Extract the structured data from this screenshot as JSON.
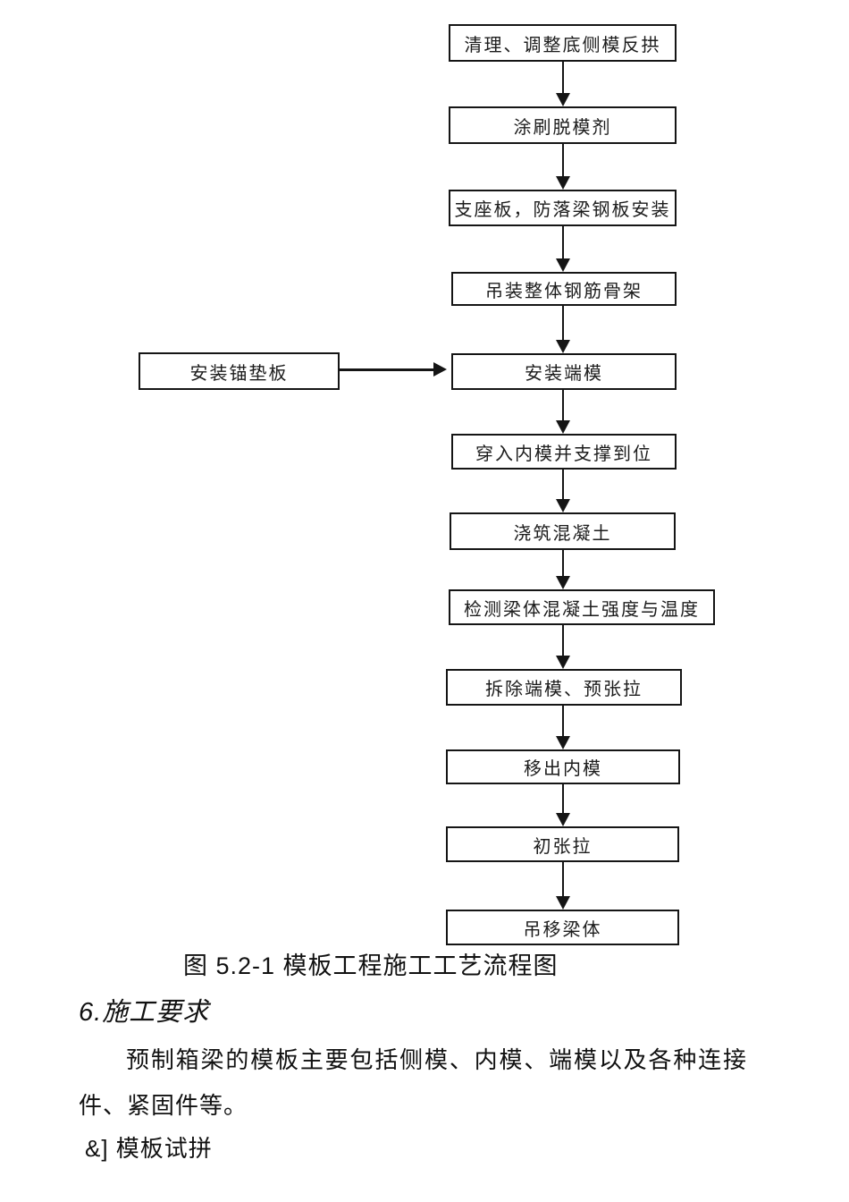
{
  "page": {
    "background_color": "#ffffff",
    "text_color": "#111111",
    "line_color": "#151515"
  },
  "flowchart": {
    "steps": [
      {
        "label": "清理、调整底侧模反拱"
      },
      {
        "label": "涂刷脱模剂"
      },
      {
        "label": "支座板，防落梁钢板安装"
      },
      {
        "label": "吊装整体钢筋骨架"
      },
      {
        "label": "安装端模"
      },
      {
        "label": "穿入内模并支撑到位"
      },
      {
        "label": "浇筑混凝土"
      },
      {
        "label": "检测梁体混凝土强度与温度"
      },
      {
        "label": "拆除端模、预张拉"
      },
      {
        "label": "移出内模"
      },
      {
        "label": "初张拉"
      },
      {
        "label": "吊移梁体"
      }
    ],
    "side_box": {
      "label": "安装锚垫板"
    }
  },
  "caption": {
    "text": "图 5.2-1 模板工程施工工艺流程图"
  },
  "section": {
    "heading": "6.施工要求",
    "paragraph": "预制箱梁的模板主要包括侧模、内模、端模以及各种连接件、紧固件等。",
    "subheading": "&] 模板试拼"
  }
}
